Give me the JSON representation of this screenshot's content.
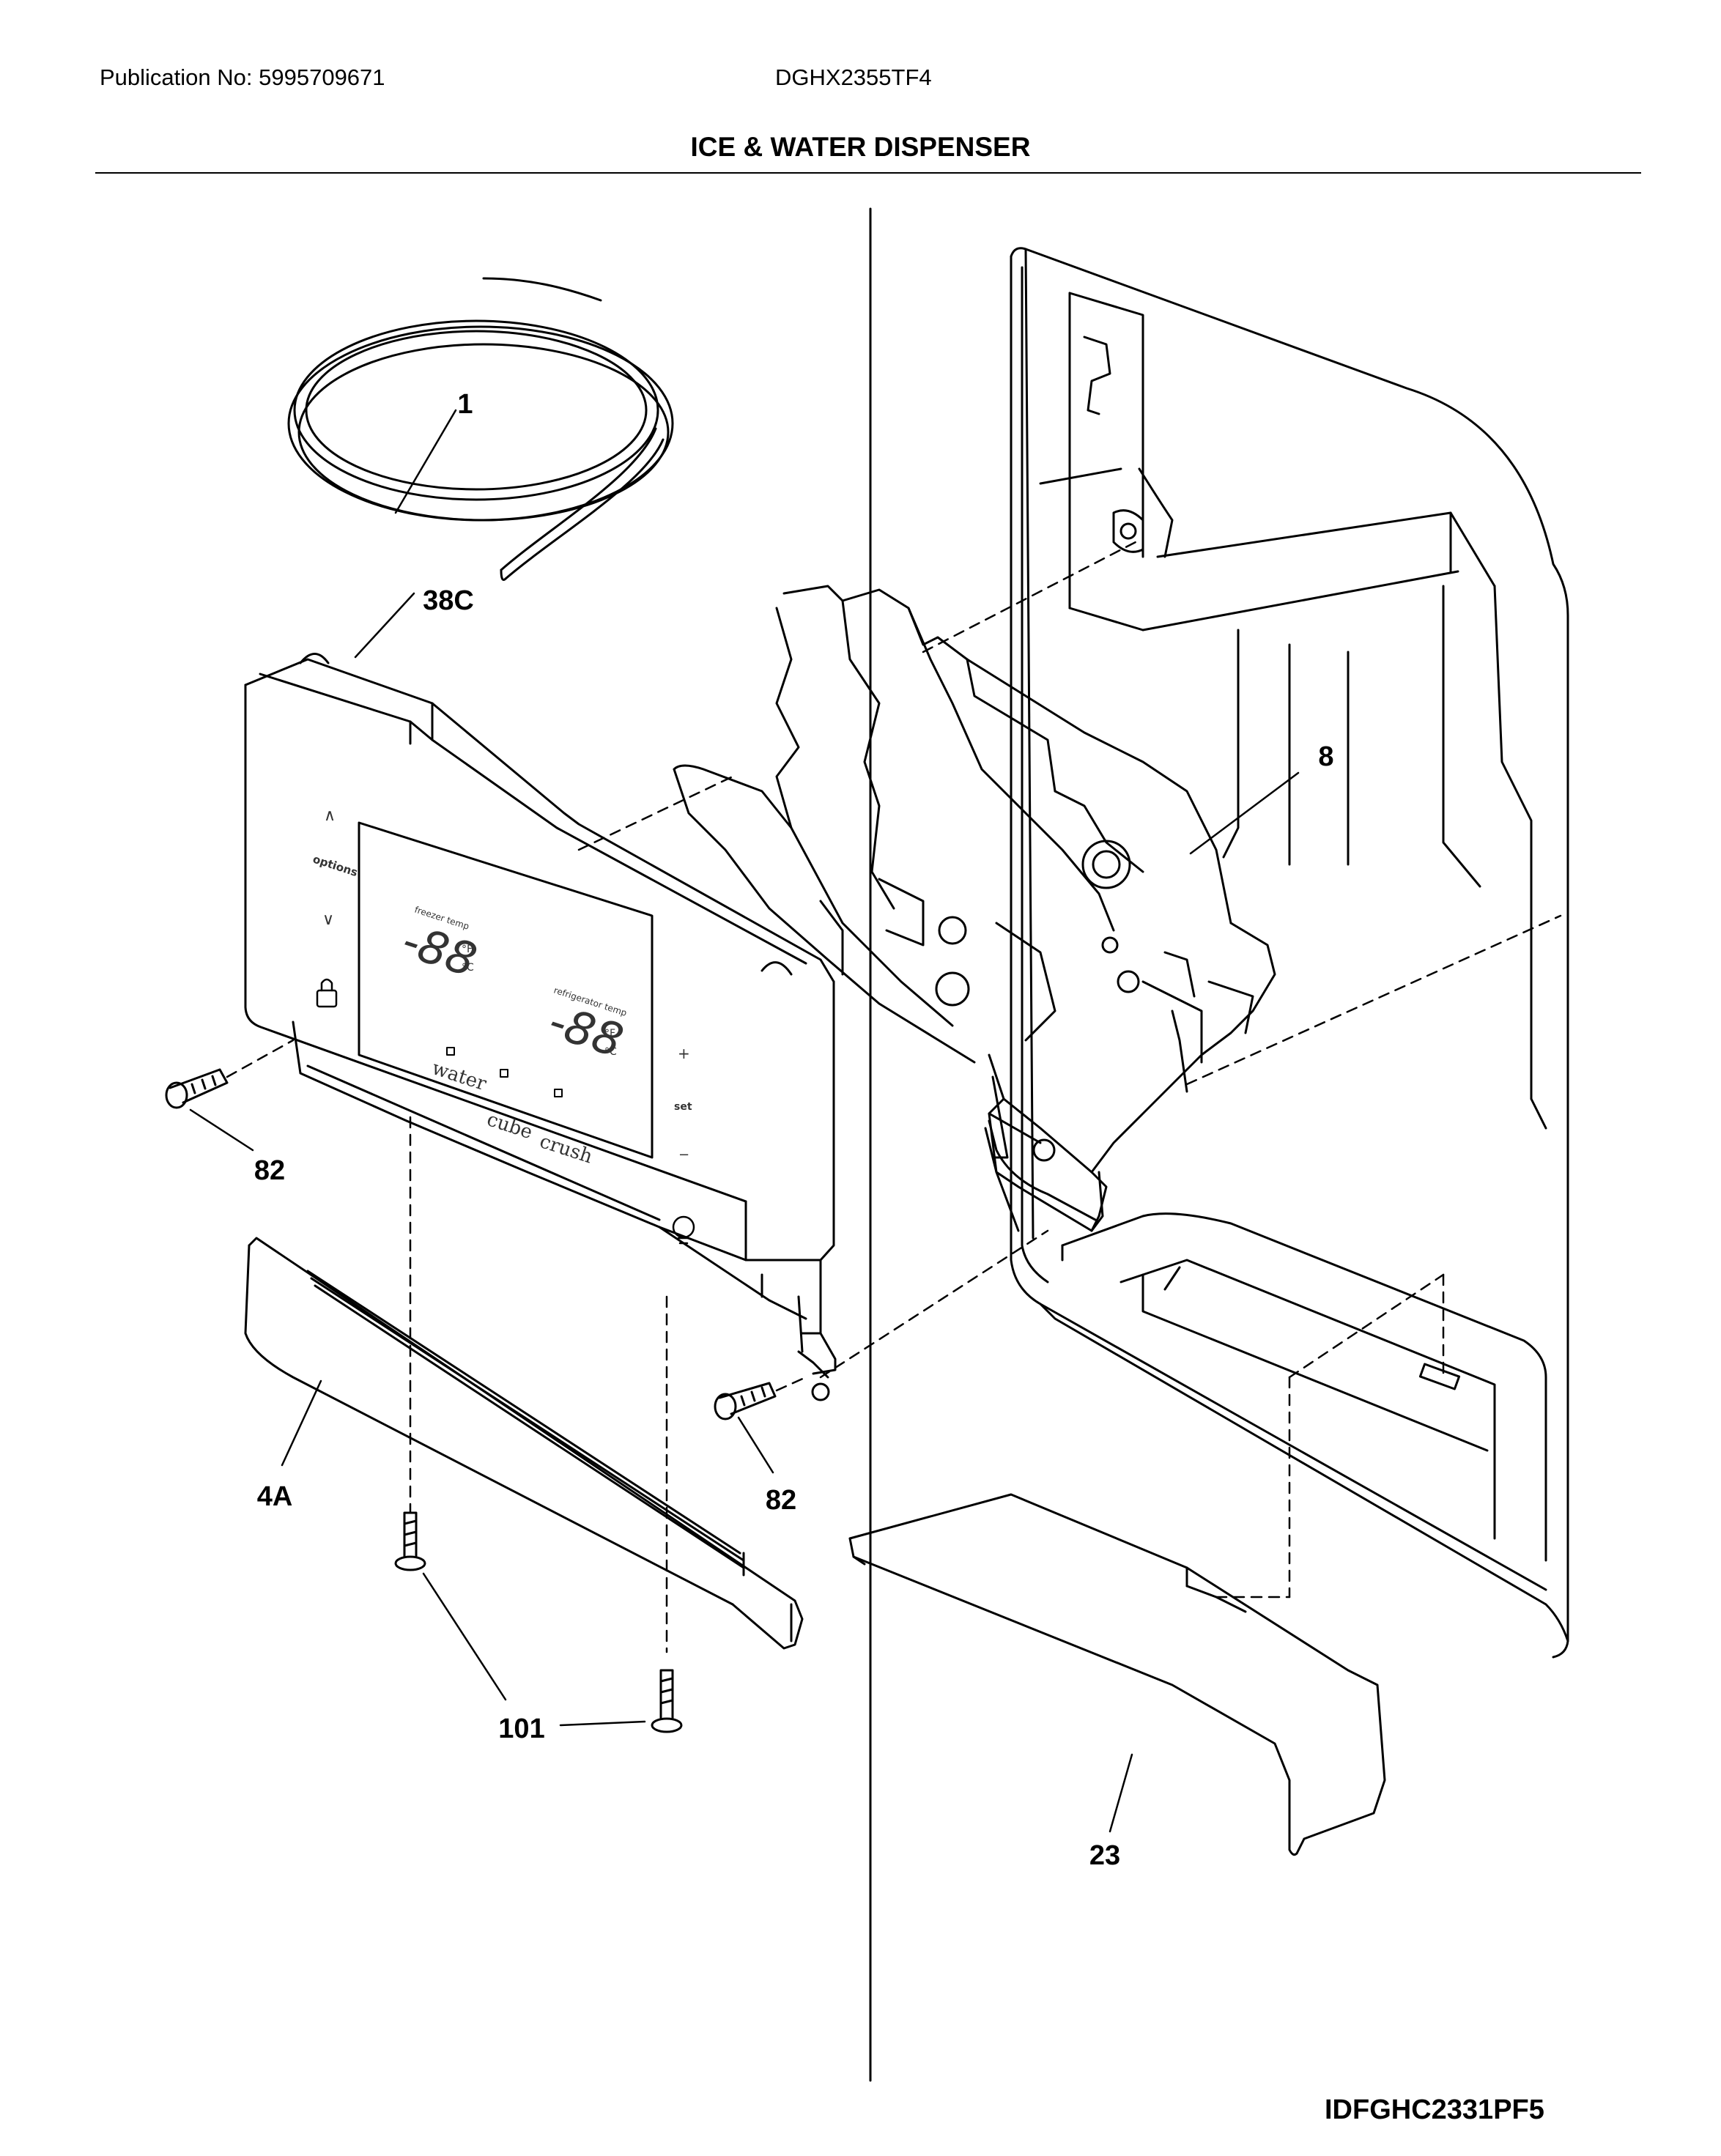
{
  "header": {
    "publication": "Publication No: 5995709671",
    "model": "DGHX2355TF4",
    "title": "ICE & WATER DISPENSER"
  },
  "callouts": {
    "tubing": "1",
    "control_panel": "38C",
    "dispenser_assembly": "8",
    "screw_left": "82",
    "screw_right": "82",
    "trim": "4A",
    "screws_bottom": "101",
    "drip_tray": "23"
  },
  "panel": {
    "options": "options",
    "up": "∧",
    "down": "∨",
    "freezer_label": "freezer temp",
    "freezer_value": "-88",
    "freezer_f": "°F",
    "freezer_c": "°C",
    "fridge_label": "refrigerator temp",
    "fridge_value": "-88",
    "fridge_f": "°F",
    "fridge_c": "°C",
    "water": "water",
    "cube": "cube",
    "crush": "crush",
    "plus": "+",
    "set": "set",
    "minus": "−"
  },
  "footer": {
    "figure_id": "IDFGHC2331PF5"
  }
}
